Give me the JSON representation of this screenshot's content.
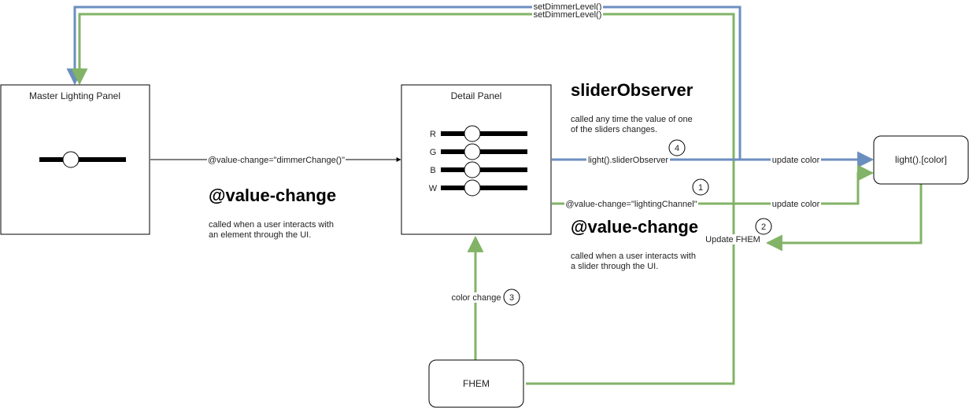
{
  "boxes": {
    "master": {
      "title": "Master Lighting Panel"
    },
    "detail": {
      "title": "Detail Panel",
      "slider_labels": [
        "R",
        "G",
        "B",
        "W"
      ]
    },
    "light": {
      "title": "light().[color]"
    },
    "fhem": {
      "title": "FHEM"
    }
  },
  "edges": {
    "set_dimmer_1": "setDimmerLevel()",
    "set_dimmer_2": "setDimmerLevel()",
    "dimmer_change": "@value-change=\"dimmerChange()\"",
    "slider_observer": "light().sliderObserver",
    "update_color_1": "update color",
    "lighting_channel": "@value-change=\"lightingChannel\"",
    "update_color_2": "update color",
    "update_fhem": "Update FHEM",
    "color_change": "color change"
  },
  "badges": [
    "1",
    "2",
    "3",
    "4"
  ],
  "annotations": {
    "slider_observer": {
      "heading": "sliderObserver",
      "lines": [
        "called any time the value of one",
        "of the sliders changes."
      ]
    },
    "value_change_master": {
      "heading": "@value-change",
      "lines": [
        "called when a user interacts with",
        "an element through the UI."
      ]
    },
    "value_change_detail": {
      "heading": "@value-change",
      "lines": [
        "called when a user interacts with",
        "a slider through the UI."
      ]
    }
  },
  "colors": {
    "blue": "#6c8ebf",
    "green": "#82b366",
    "black": "#000000"
  }
}
